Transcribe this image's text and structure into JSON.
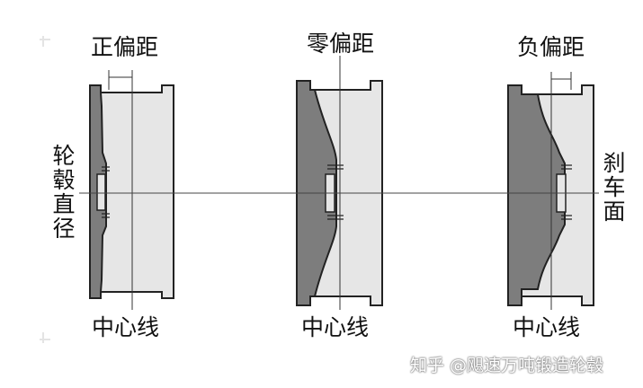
{
  "labels": {
    "positive_offset": "正偏距",
    "zero_offset": "零偏距",
    "negative_offset": "负偏距",
    "centerline": "中心线",
    "hub_diameter": "轮毂直径",
    "brake_surface": "刹车面"
  },
  "watermark": "知乎 @飓速万吨锻造轮毂",
  "colors": {
    "rim_dark": "#7d7d7d",
    "rim_light": "#e6e6e6",
    "outline": "#222222",
    "line": "#333333",
    "background": "#ffffff"
  }
}
